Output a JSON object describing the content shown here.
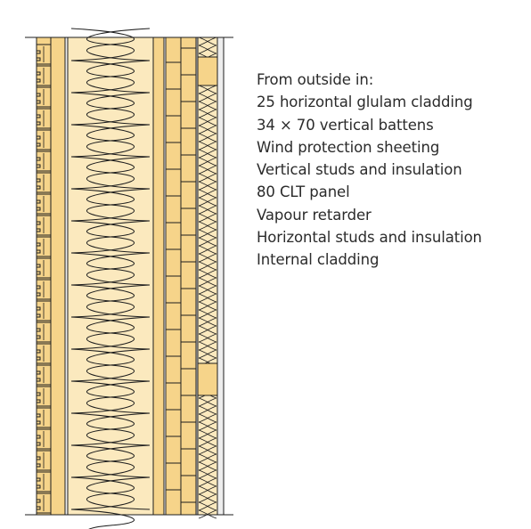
{
  "legend": {
    "heading": "From outside in:",
    "layers": [
      "25 horizontal glulam cladding",
      "34 × 70 vertical battens",
      "Wind protection sheeting",
      "Vertical studs and insulation",
      "80 CLT panel",
      "Vapour retarder",
      "Horizontal studs and insulation",
      "Internal cladding"
    ]
  },
  "colors": {
    "timber": "#f6d48a",
    "insulation": "#fbe9be",
    "outline": "#1e1e1e",
    "membrane": "#c9c9c9",
    "board": "#ededed"
  },
  "icons": {
    "wall_section": "wall-section-drawing"
  }
}
